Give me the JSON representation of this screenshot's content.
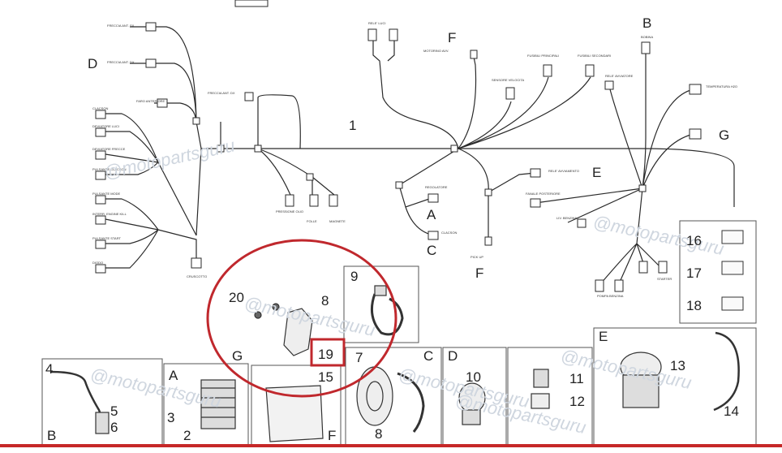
{
  "callouts": {
    "n1": "1",
    "n2": "2",
    "n3": "3",
    "n4": "4",
    "n5": "5",
    "n6": "6",
    "n7": "7",
    "n8a": "8",
    "n8b": "8",
    "n9": "9",
    "n10": "10",
    "n11": "11",
    "n12": "12",
    "n13": "13",
    "n14": "14",
    "n15": "15",
    "n16": "16",
    "n17": "17",
    "n18": "18",
    "n19": "19",
    "n20": "20"
  },
  "letters": {
    "D_top": "D",
    "F_top": "F",
    "B_top": "B",
    "E_right": "E",
    "G_right": "G",
    "A_mid": "A",
    "C_mid": "C",
    "F_mid": "F",
    "G_panel": "G",
    "C_panel": "C",
    "D_panel": "D",
    "E_panel": "E",
    "A_panel": "A",
    "F_panel": "F",
    "B_panel": "B"
  },
  "connector_labels": {
    "l01": "FRECCIA ANT. SX",
    "l02": "FRECCIA ANT. DX",
    "l03": "FARO ANTERIORE",
    "l04": "CLACSON",
    "l05": "DEVIATORE LUCI",
    "l06": "DEVIATORE FRECCE",
    "l07": "PULSANTE CLACSON",
    "l08": "PULSANTE MODE",
    "l09": "INTERR. ENGINE KILL",
    "l10": "PULSANTE START",
    "l11": "DIODO",
    "l12": "SENSORE VELOCITA",
    "l13": "RELE' LUCI",
    "l14": "MOTORINO AVV.",
    "l15": "FUSIBILI PRINCIPALI",
    "l16": "FUSIBILI SECONDARI",
    "l17": "BOBINA",
    "l18": "RELE' AVVIATORE",
    "l19": "TEMPERATURA H2O",
    "l20": "REGOLATORE",
    "l21": "CLACSON",
    "l22": "RELE' AVVIAMENTO",
    "l23": "FANALE POSTERIORE",
    "l24": "LIV. BENZINA",
    "l25": "PICK UP",
    "l26": "STARTER",
    "l27": "POMPA BENZINA",
    "l28": "CRUSCOTTO",
    "l29": "FRECCIA ANT. DX",
    "l30": "PRESSIONE OLIO",
    "l31": "FOLLE",
    "l32": "MAGNETE"
  },
  "watermarks": {
    "w1": "@motopartsguru",
    "w2": "@motopartsguru",
    "w3": "@motopartsguru",
    "w4": "@motopartsguru",
    "w5": "@motopartsguru",
    "w6": "@motopartsguru",
    "w7": "@motopartsguru"
  },
  "colors": {
    "line": "#2a2a2a",
    "highlight_circle": "#c0282d",
    "highlight_box": "#c0282d",
    "bottom_rule": "#c62828",
    "watermark": "#cfd6df"
  }
}
